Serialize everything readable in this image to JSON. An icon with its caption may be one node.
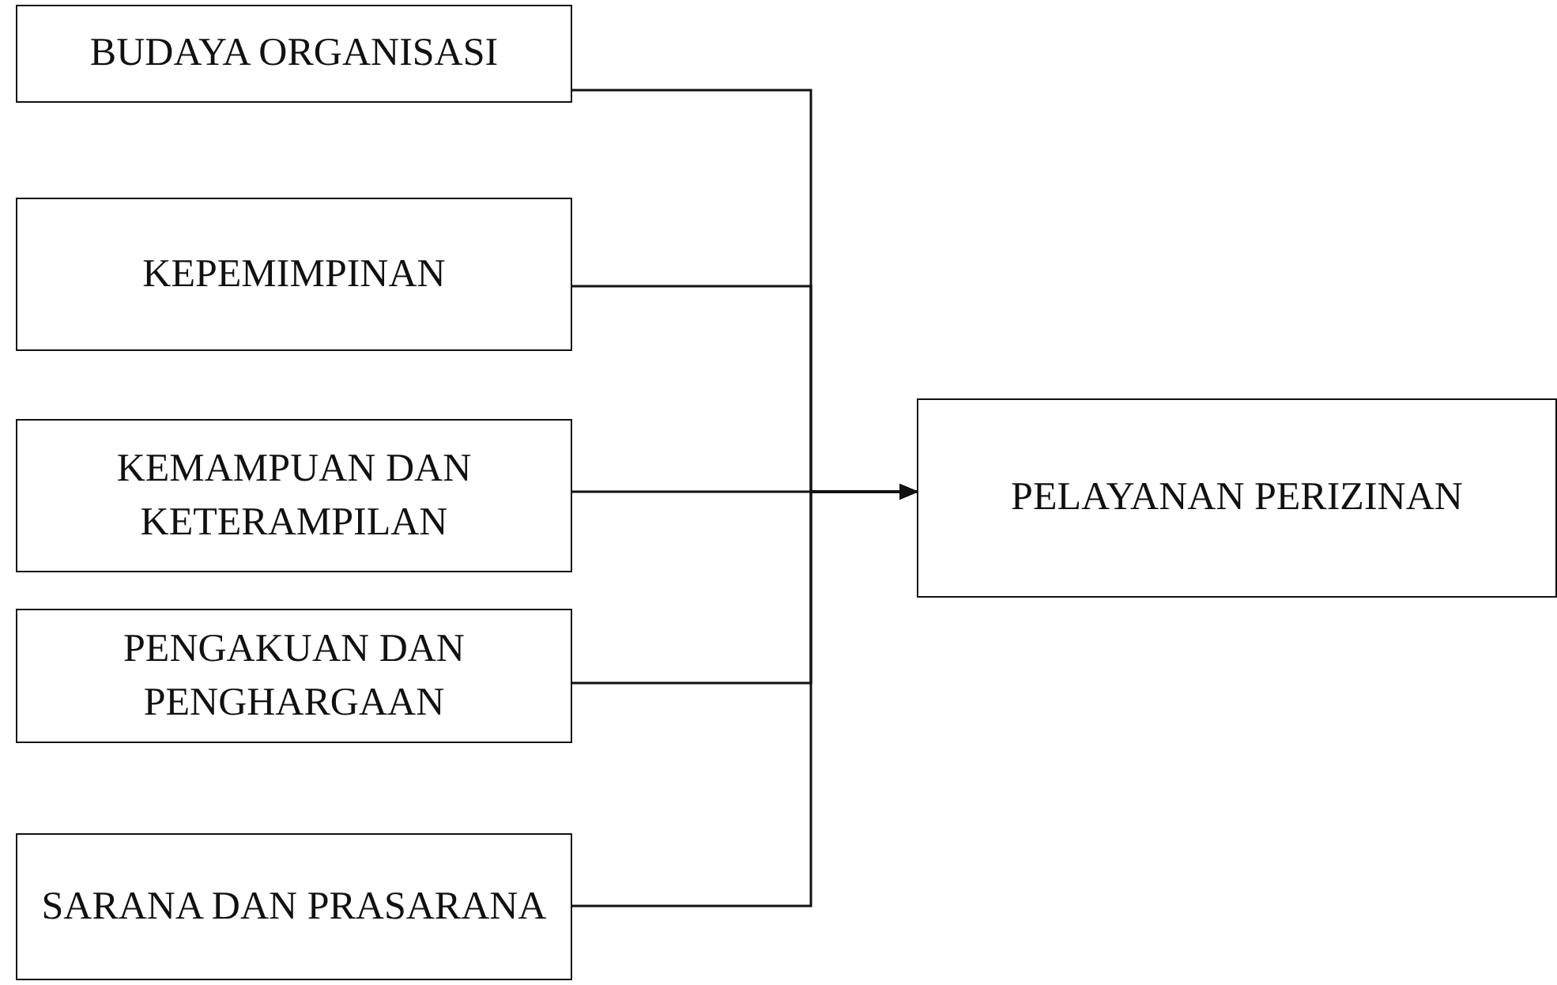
{
  "diagram": {
    "nodes": [
      {
        "text": [
          "BUDAYA ORGANISASI"
        ]
      },
      {
        "text": [
          "KEPEMIMPINAN"
        ]
      },
      {
        "text": [
          "KEMAMPUAN DAN KETERAMPILAN"
        ]
      },
      {
        "text": [
          "PENGAKUAN DAN PENGHARGAAN"
        ]
      },
      {
        "text": [
          "SARANA DAN PRASARANA"
        ]
      },
      {
        "text": [
          "PELAYANAN PERIZINAN"
        ]
      }
    ],
    "edges": [
      {
        "from": 0,
        "to": 5,
        "arrow": "to"
      },
      {
        "from": 1,
        "to": 5,
        "arrow": "to"
      },
      {
        "from": 2,
        "to": 5,
        "arrow": "to"
      },
      {
        "from": 3,
        "to": 5,
        "arrow": "to"
      },
      {
        "from": 4,
        "to": 5,
        "arrow": "to"
      }
    ]
  }
}
